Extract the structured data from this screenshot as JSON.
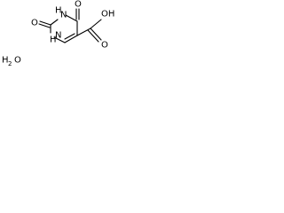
{
  "molecule": {
    "atoms": {
      "o_top": "O",
      "nh_top": "H",
      "nh_top_n": "N",
      "o_left": "O",
      "nh_bottom": "H",
      "nh_bottom_n": "N",
      "oh": "OH",
      "o_carbonyl": "O"
    },
    "water": {
      "h": "H",
      "o": "O",
      "sub": "2"
    }
  }
}
